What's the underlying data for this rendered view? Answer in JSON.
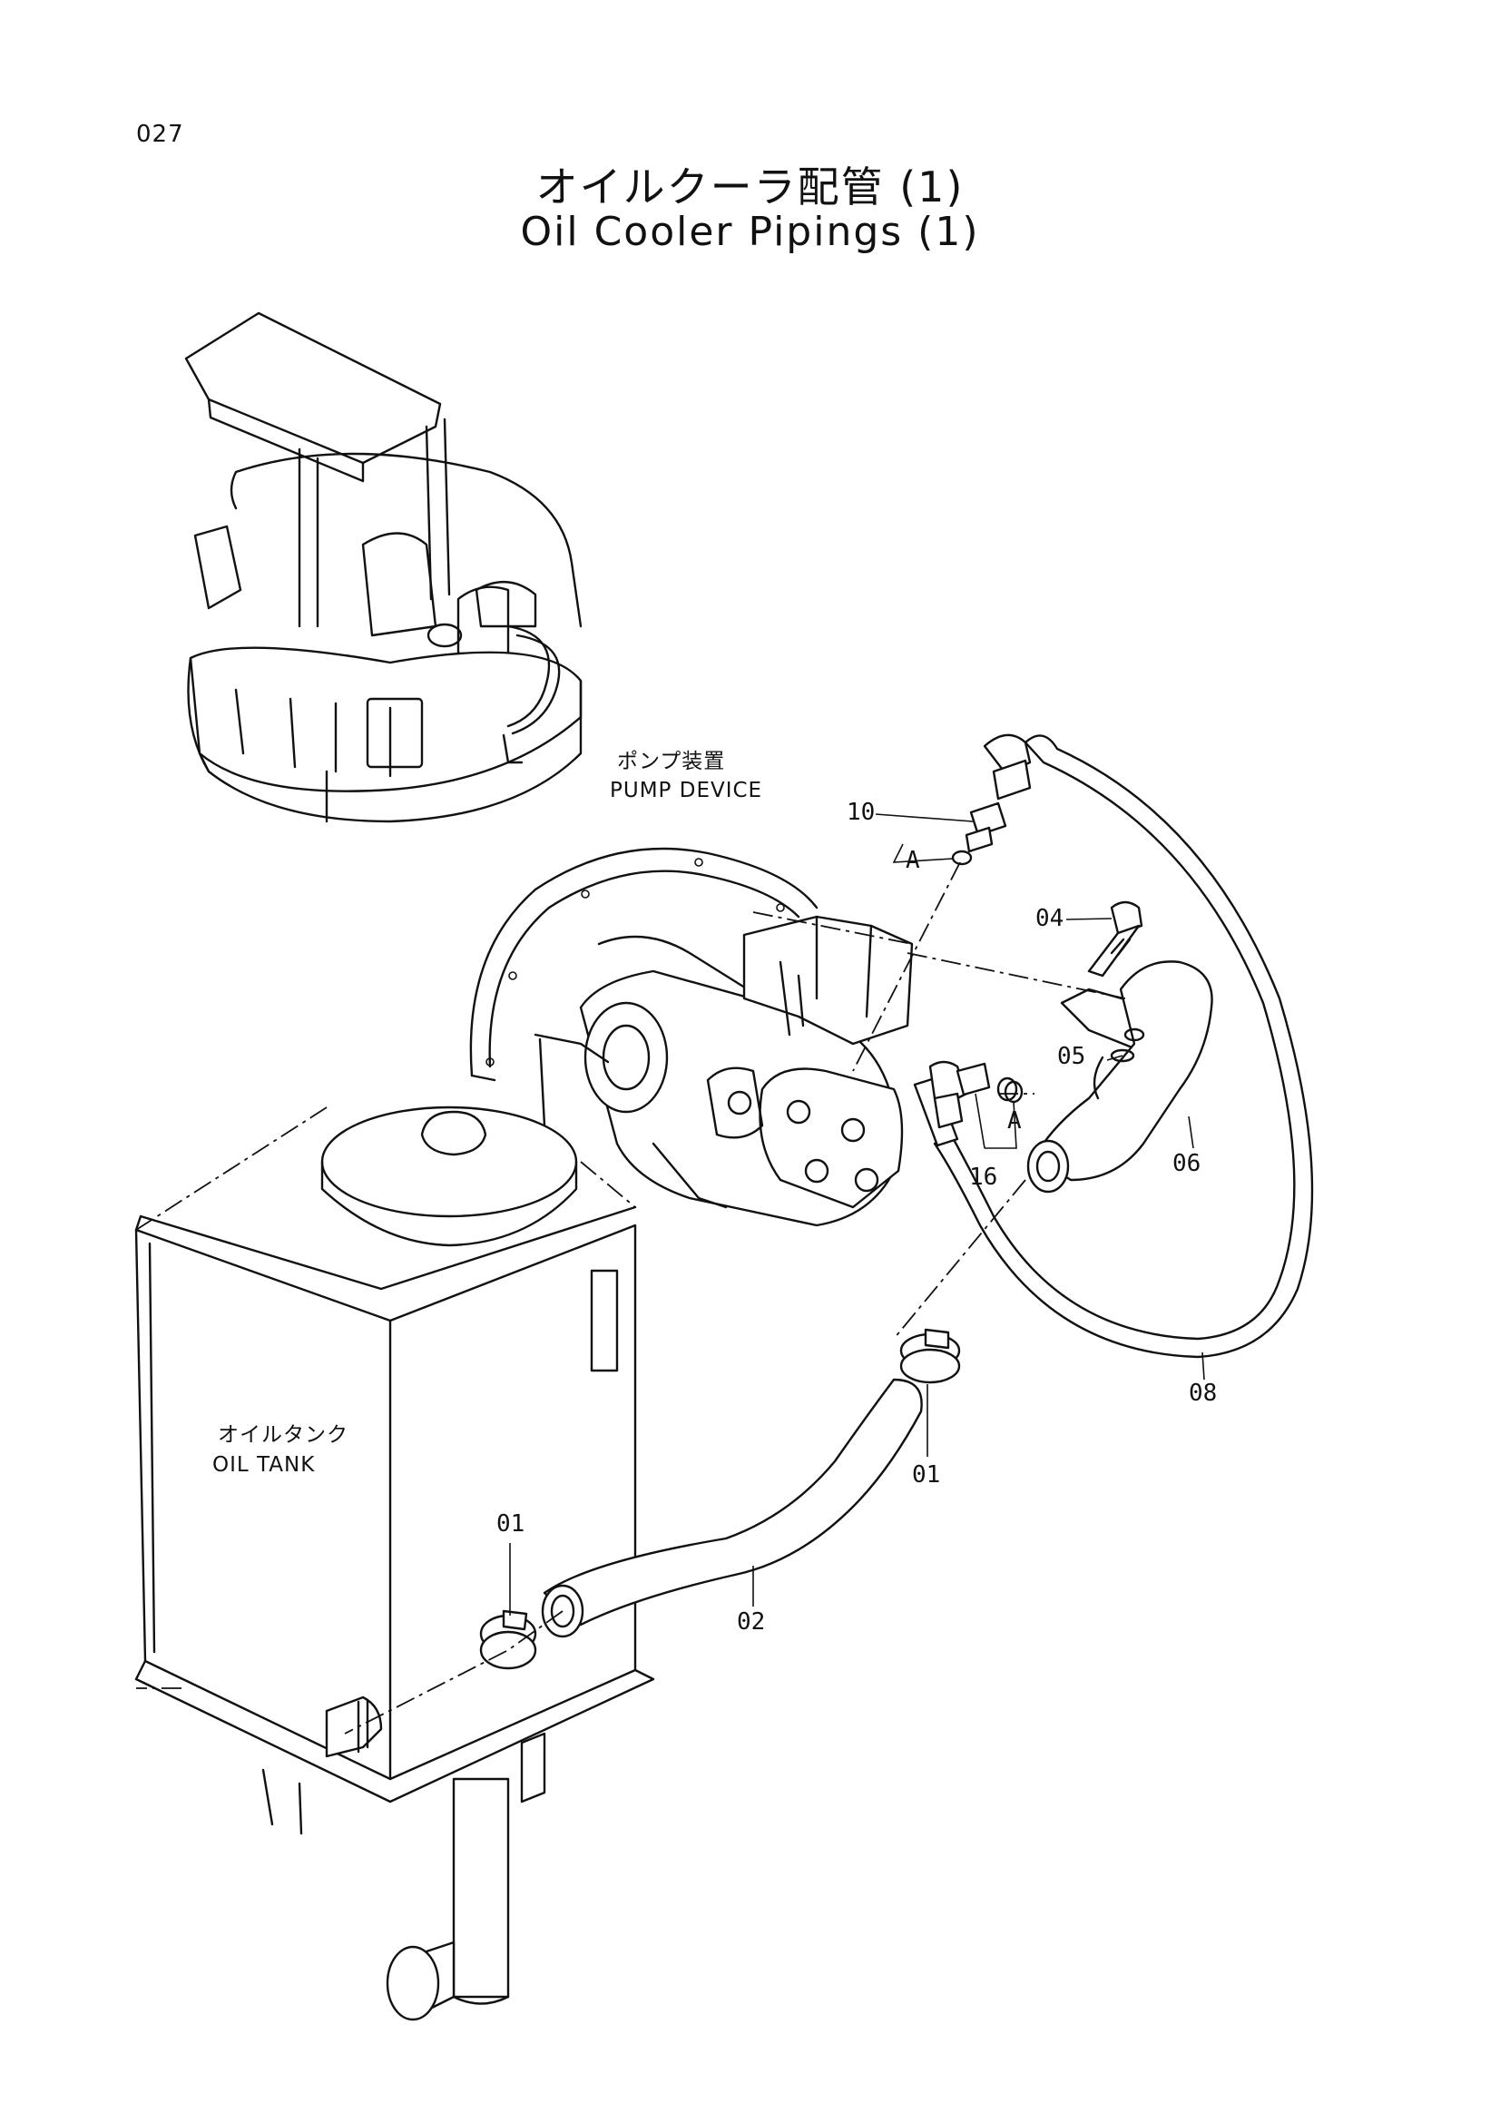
{
  "page_number": "027",
  "title_jp": "オイルクーラ配管 (1)",
  "title_en": "Oil Cooler Pipings (1)",
  "labels": {
    "pump_device_jp": "ポンプ装置",
    "pump_device_en": "PUMP DEVICE",
    "oil_tank_jp": "オイルタンク",
    "oil_tank_en": "OIL TANK"
  },
  "callouts": {
    "p10": "10",
    "a_top": "A",
    "p04": "04",
    "p05": "05",
    "a_mid": "A",
    "p06": "06",
    "p16": "16",
    "p08": "08",
    "p01_right": "01",
    "p01_left": "01",
    "p02": "02"
  }
}
